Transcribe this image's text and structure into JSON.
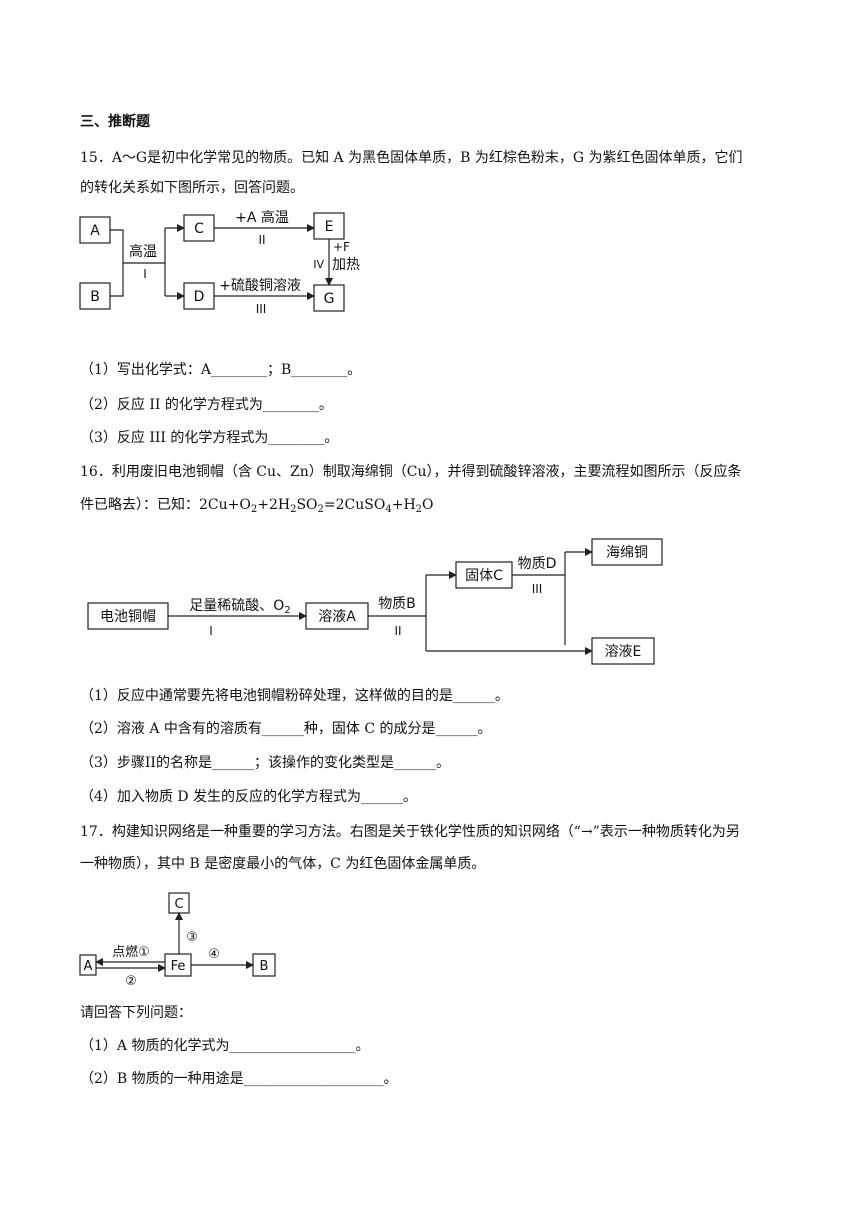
{
  "section_title": "三、推断题",
  "q15": {
    "stem_line1": "15．A～G是初中化学常见的物质。已知 A 为黑色固体单质，B 为红棕色粉末，G 为紫红色固体单质，它们",
    "stem_line2": "的转化关系如下图所示，回答问题。",
    "diagram": {
      "box_a": "A",
      "box_b": "B",
      "box_c": "C",
      "box_d": "D",
      "box_e": "E",
      "box_g": "G",
      "cond_1": "高温",
      "step_1": "I",
      "cond_2": "+A 高温",
      "step_2": "II",
      "cond_3": "+硫酸铜溶液",
      "step_3": "III",
      "cond_4a": "+F",
      "cond_4b": "加热",
      "step_4": "IV"
    },
    "sub1": "（1）写出化学式：A________；B________。",
    "sub2": "（2）反应 II 的化学方程式为________。",
    "sub3": "（3）反应 III 的化学方程式为________。"
  },
  "q16": {
    "stem_line1": "16．利用废旧电池铜帽（含 Cu、Zn）制取海绵铜（Cu），并得到硫酸锌溶液，主要流程如图所示（反应条",
    "stem_line2_prefix": "件已略去）：已知：",
    "equation": {
      "t1": "2Cu+O",
      "s1": "2",
      "t2": "+2H",
      "s2": "2",
      "t3": "SO",
      "s3": "2",
      "t4": "=2CuSO",
      "s4": "4",
      "t5": "+H",
      "s5": "2",
      "t6": "O"
    },
    "diagram": {
      "box_battery": "电池铜帽",
      "box_solution_a": "溶液A",
      "box_solid_c": "固体C",
      "box_sponge": "海绵铜",
      "box_solution_e": "溶液E",
      "cond_1": "足量稀硫酸、O",
      "cond_1_sub": "2",
      "step_1": "I",
      "cond_2": "物质B",
      "step_2": "II",
      "cond_3": "物质D",
      "step_3": "III"
    },
    "sub1": "（1）反应中通常要先将电池铜帽粉碎处理，这样做的目的是______。",
    "sub2": "（2）溶液 A 中含有的溶质有______种，固体 C 的成分是______。",
    "sub3": "（3）步骤II的名称是______；该操作的变化类型是______。",
    "sub4": "（4）加入物质 D 发生的反应的化学方程式为______。"
  },
  "q17": {
    "stem_line1": "17．构建知识网络是一种重要的学习方法。右图是关于铁化学性质的知识网络（“→”表示一种物质转化为另",
    "stem_line2": "一种物质），其中 B 是密度最小的气体，C 为红色固体金属单质。",
    "diagram": {
      "box_a": "A",
      "box_fe": "Fe",
      "box_b": "B",
      "box_c": "C",
      "cond_1": "点燃①",
      "label_2": "②",
      "label_3": "③",
      "label_4": "④"
    },
    "prompt": "请回答下列问题：",
    "sub1": "（1）A 物质的化学式为__________________。",
    "sub2": "（2）B 物质的一种用途是____________________。"
  }
}
